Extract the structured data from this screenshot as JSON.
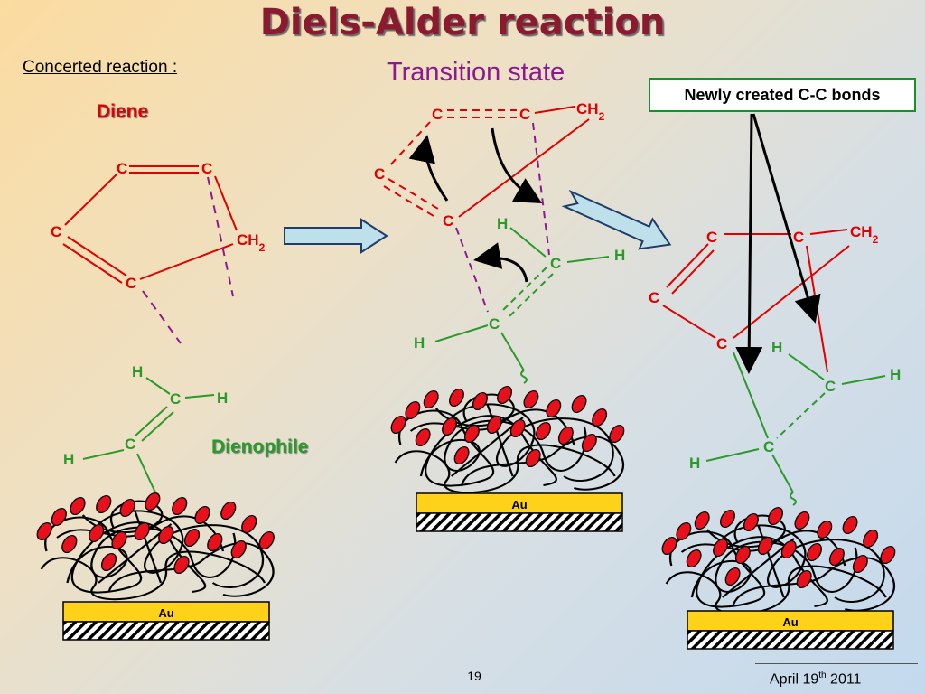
{
  "slide": {
    "title": "Diels-Alder reaction",
    "concerted_label": "Concerted reaction :",
    "transition_state_label": "Transition state",
    "diene_label": "Diene",
    "dienophile_label": "Dienophile",
    "new_bonds_label": "Newly created C-C bonds",
    "page_number": "19",
    "date_main": "April 19",
    "date_sup": "th",
    "date_year": " 2011"
  },
  "atoms": {
    "carbon": "C",
    "hydrogen": "H",
    "methylene": "CH",
    "methylene_sub": "2",
    "gold": "Au"
  },
  "colors": {
    "title": "#8b1a2e",
    "diene": "#e00000",
    "dienophile": "#2a9a2a",
    "transition": "#8b1a8f",
    "arrow_fill": "#bde0ea",
    "gold": "#ffd21a"
  }
}
